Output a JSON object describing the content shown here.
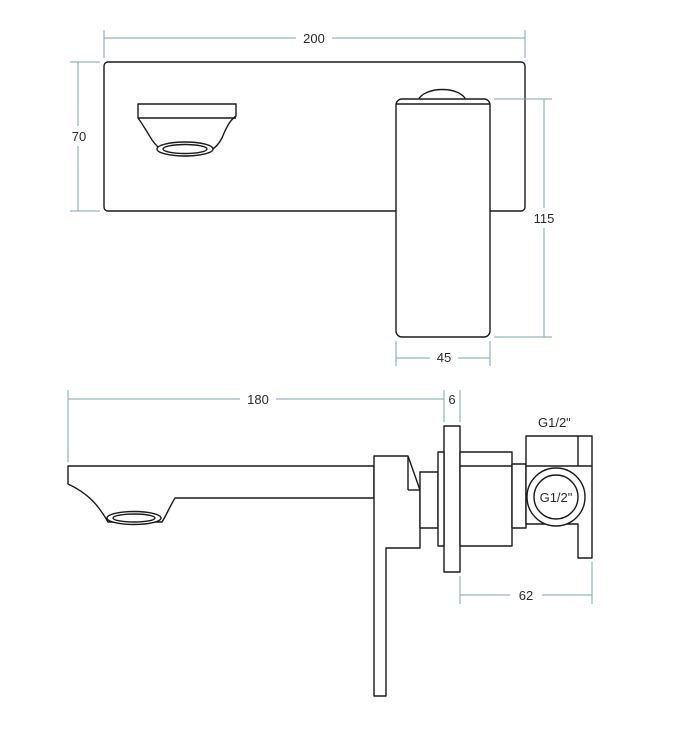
{
  "front_view": {
    "width_label": "200",
    "height_label": "70",
    "handle_height_label": "115",
    "handle_width_label": "45"
  },
  "side_view": {
    "spout_length_label": "180",
    "flange_thickness_label": "6",
    "depth_label": "62",
    "top_inlet_label": "G1/2\"",
    "side_inlet_label": "G1/2\""
  },
  "colors": {
    "outline": "#1a1a1a",
    "dimension_line": "#7aa6ad"
  }
}
